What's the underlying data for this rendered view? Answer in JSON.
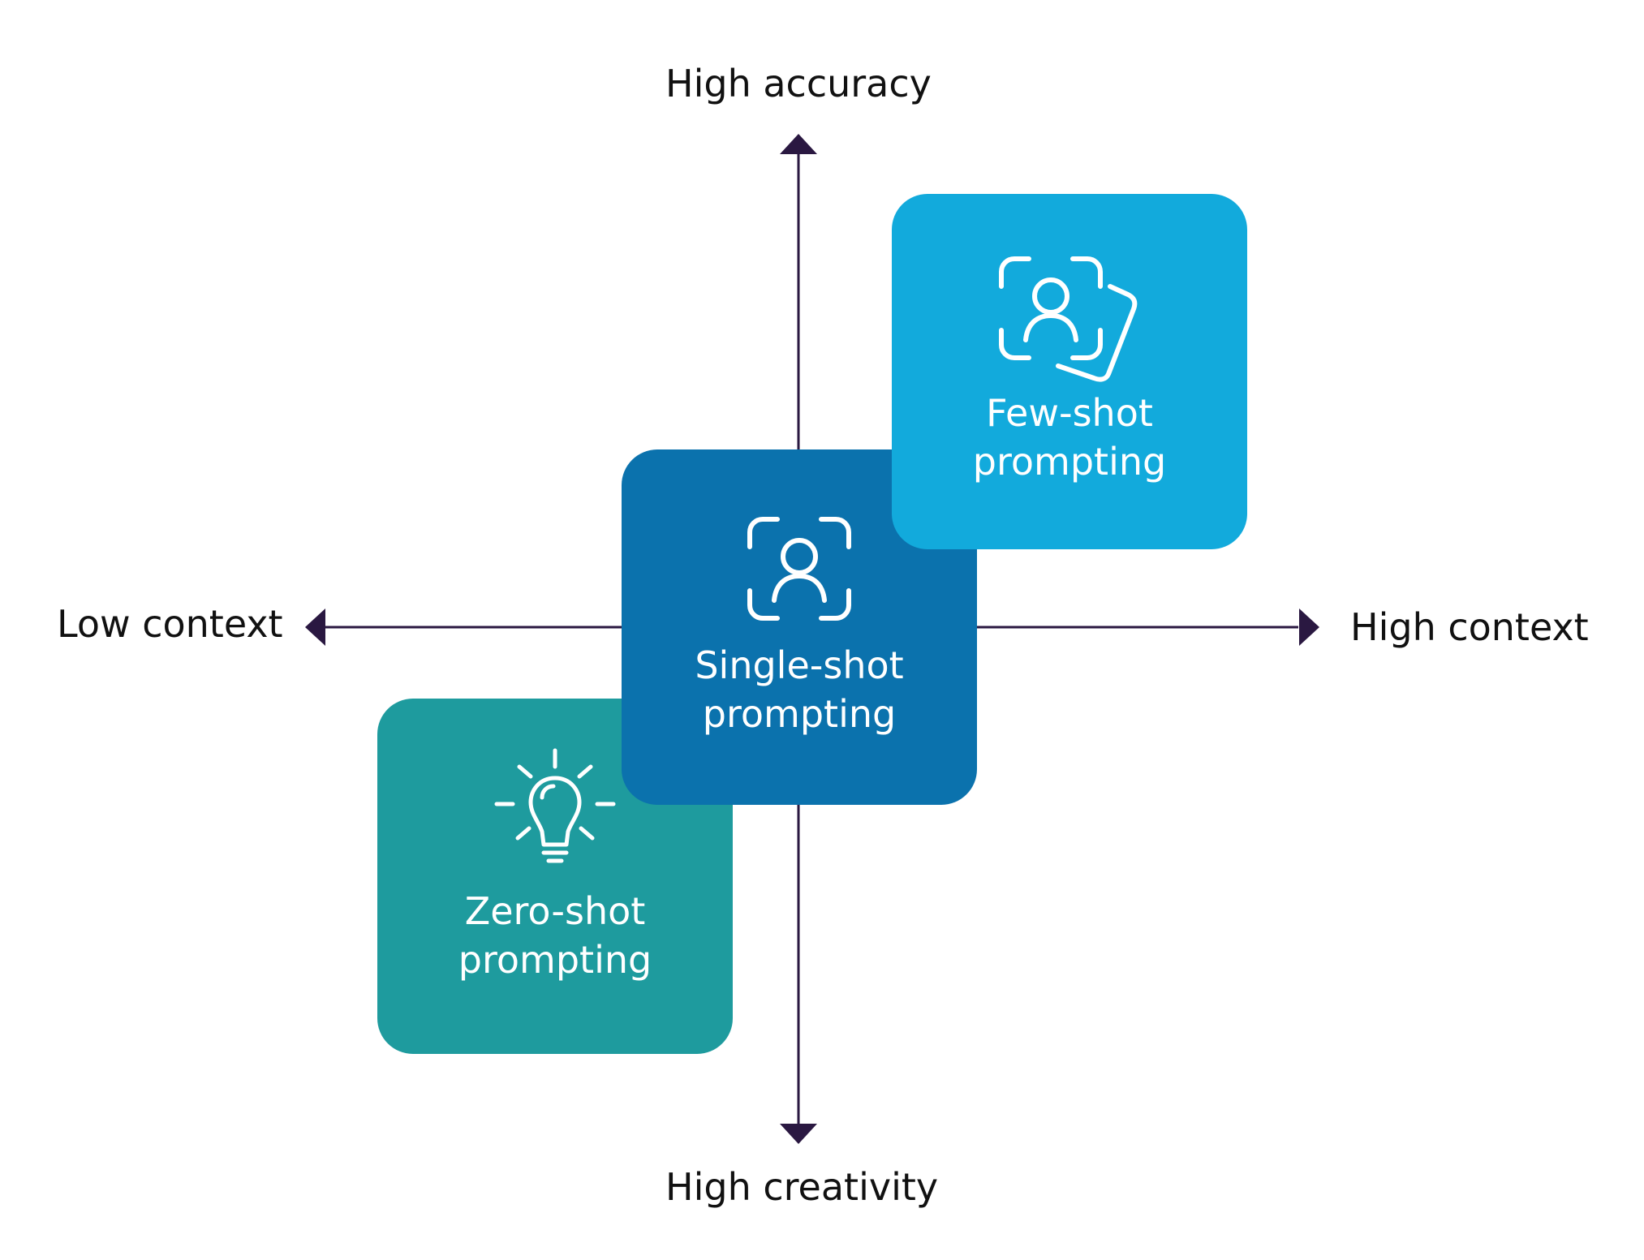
{
  "axes": {
    "top_label": "High accuracy",
    "bottom_label": "High creativity",
    "left_label": "Low context",
    "right_label": "High context"
  },
  "cards": {
    "zero_shot": {
      "title": "Zero-shot prompting",
      "color": "#1e9b9e",
      "icon": "lightbulb-icon"
    },
    "single_shot": {
      "title": "Single-shot prompting",
      "color": "#0b72ad",
      "icon": "user-scan-icon"
    },
    "few_shot": {
      "title": "Few-shot prompting",
      "color": "#12aadc",
      "icon": "user-scan-stack-icon"
    }
  },
  "colors": {
    "axis": "#2a1841",
    "text": "#111111"
  }
}
